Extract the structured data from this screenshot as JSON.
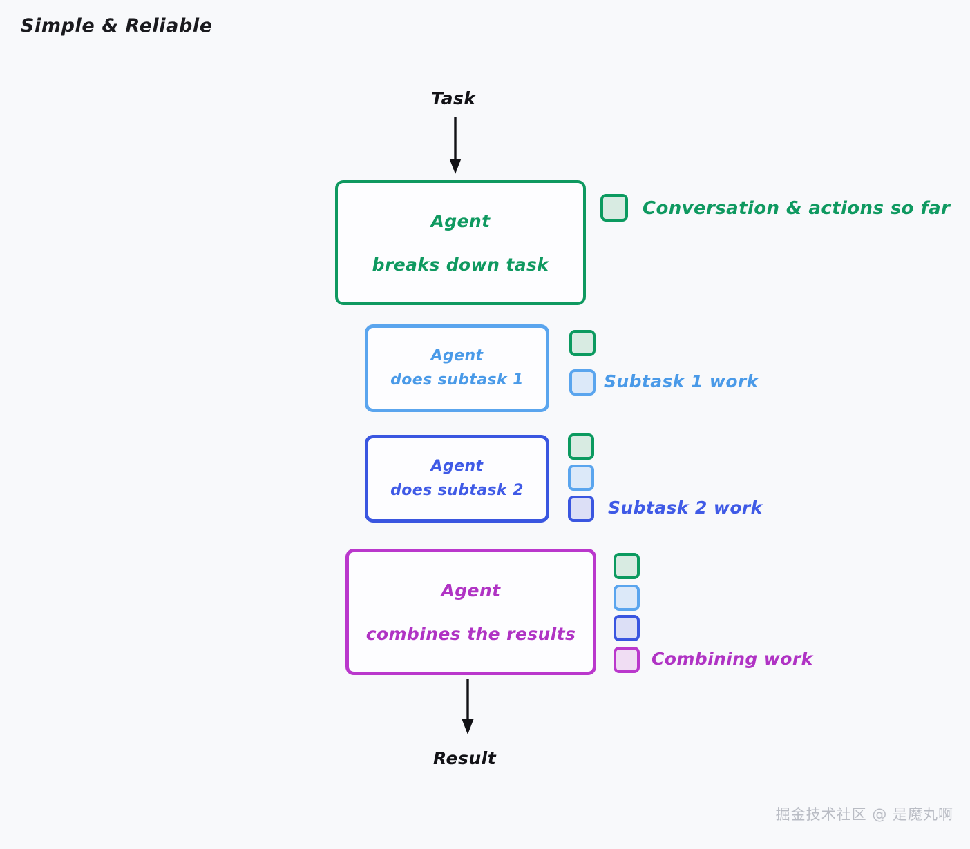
{
  "title": "Simple & Reliable",
  "background_color": "#f8f9fb",
  "flow": {
    "input_label": "Task",
    "output_label": "Result"
  },
  "boxes": [
    {
      "id": "breakdown",
      "line1": "Agent",
      "line2": "breaks down task",
      "color": "#0f9960"
    },
    {
      "id": "subtask-1",
      "line1": "Agent",
      "line2": "does subtask 1",
      "color": "#4a9ae8"
    },
    {
      "id": "subtask-2",
      "line1": "Agent",
      "line2": "does subtask 2",
      "color": "#3f5ae6"
    },
    {
      "id": "combine",
      "line1": "Agent",
      "line2": "combines the results",
      "color": "#b033c4"
    }
  ],
  "legend": [
    {
      "id": "conversation",
      "label": "Conversation & actions so far",
      "color": "#0f9960",
      "swatch_fill": "#d8ebe2",
      "swatch_border": "#0b9a5f"
    },
    {
      "id": "subtask-1",
      "label": "Subtask 1 work",
      "color": "#4a9ae8",
      "swatch_fill": "#dce9f9",
      "swatch_border": "#5aa5ee"
    },
    {
      "id": "subtask-2",
      "label": "Subtask 2 work",
      "color": "#3f5ae6",
      "swatch_fill": "#dcdff6",
      "swatch_border": "#3a56e0"
    },
    {
      "id": "combining",
      "label": "Combining work",
      "color": "#b033c4",
      "swatch_fill": "#f0ddf3",
      "swatch_border": "#ba38cc"
    }
  ],
  "context_stacks": {
    "breakdown": [
      "conversation"
    ],
    "subtask_1": [
      "conversation",
      "subtask-1"
    ],
    "subtask_2": [
      "conversation",
      "subtask-1",
      "subtask-2"
    ],
    "combine": [
      "conversation",
      "subtask-1",
      "subtask-2",
      "combining"
    ]
  },
  "watermark": "掘金技术社区 @ 是魔丸啊"
}
